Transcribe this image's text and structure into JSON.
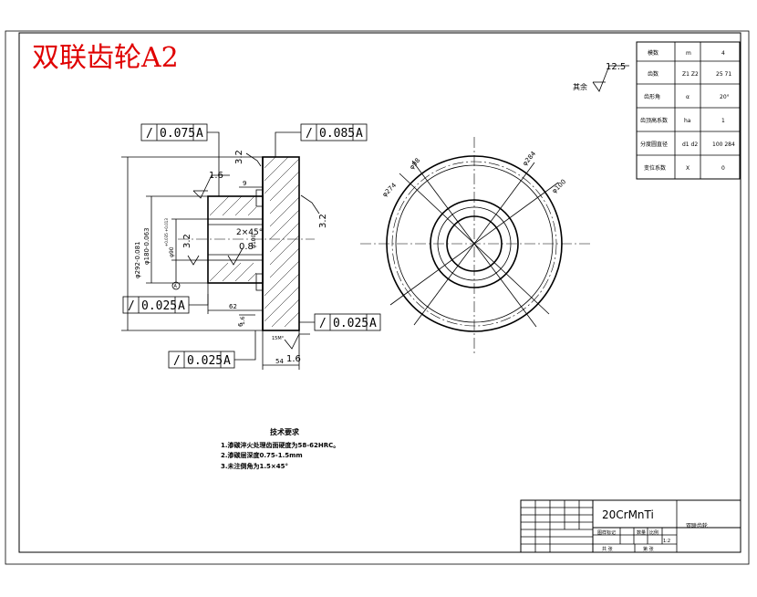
{
  "title": "双联齿轮A2",
  "roughness_default": {
    "value": "12.5",
    "label": "其余"
  },
  "gear_table": [
    {
      "name": "模数",
      "symbol": "m",
      "value": "4"
    },
    {
      "name": "齿数",
      "symbol": "Z1 Z2",
      "value": "25 71"
    },
    {
      "name": "齿形角",
      "symbol": "α",
      "value": "20°"
    },
    {
      "name": "齿顶高系数",
      "symbol": "ha",
      "value": "1"
    },
    {
      "name": "分度圆直径",
      "symbol": "d1 d2",
      "value": "100 284"
    },
    {
      "name": "变位系数",
      "symbol": "X",
      "value": "0"
    }
  ],
  "fcf": {
    "top_left": {
      "tol": "0.075",
      "datum": "A"
    },
    "top_right": {
      "tol": "0.085",
      "datum": "A"
    },
    "mid_left": {
      "tol": "0.025",
      "datum": "A"
    },
    "mid_right": {
      "tol": "0.025",
      "datum": "A"
    },
    "bottom": {
      "tol": "0.025",
      "datum": "A"
    }
  },
  "dimensions": {
    "d_outer": "φ292-0.081",
    "d_hub": "φ180-0.063",
    "d_bore": "φ90",
    "bore_tol": "+0.035 +0.013",
    "bore2": "φ100",
    "chamfer": "2×45°",
    "width": "54",
    "hub_len": "62",
    "small_9": "9",
    "small_6": "6",
    "ra_16a": "1.6",
    "ra_16b": "1.6",
    "ra_16c": "1.6",
    "ra_32a": "3.2",
    "ra_32b": "3.2",
    "ra_32c": "3.2",
    "ra_08": "0.8",
    "datum_a": "A",
    "bottom_note": "15M°"
  },
  "side_view": {
    "d274": "φ274",
    "d284": "φ284",
    "d100": "φ100",
    "d98": "φ98"
  },
  "notes": {
    "heading": "技术要求",
    "items": [
      "1.渗碳淬火处理齿面硬度为58-62HRC。",
      "2.渗碳层深度0.75-1.5mm",
      "3.未注倒角为1.5×45°"
    ]
  },
  "title_block": {
    "material": "20CrMnTi",
    "part_name": "双联齿轮",
    "scale_label": "比例",
    "scale": "1:2",
    "count_label": "数量",
    "weight_label": "图样标记",
    "sheet_total": "共 张",
    "sheet_no": "第 张"
  }
}
